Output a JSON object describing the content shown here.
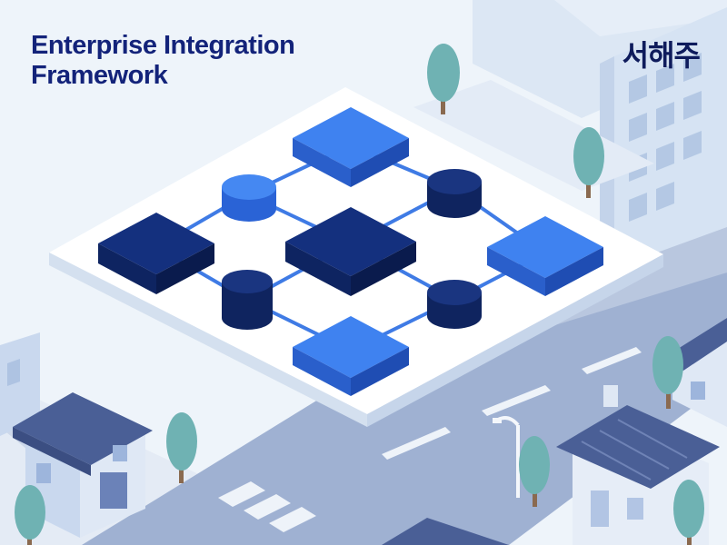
{
  "heading": {
    "line1": "Enterprise Integration",
    "line2": "Framework"
  },
  "brand": {
    "name": "서해주"
  },
  "colors": {
    "background": "#eef4fa",
    "title": "#13237a",
    "node_dark": "#112a73",
    "node_bright": "#2f6fe6",
    "platform": "#ffffff",
    "building": "#c9d8ee",
    "road": "#8ea3c9",
    "tree": "#6fb2b3"
  },
  "nodes": [
    {
      "name": "cube-top",
      "shape": "cube",
      "tone": "bright"
    },
    {
      "name": "cylinder-top-left",
      "shape": "cylinder",
      "tone": "bright"
    },
    {
      "name": "cylinder-top-right",
      "shape": "cylinder",
      "tone": "dark"
    },
    {
      "name": "cube-left",
      "shape": "cube",
      "tone": "dark"
    },
    {
      "name": "cube-center",
      "shape": "cube",
      "tone": "dark"
    },
    {
      "name": "cube-right",
      "shape": "cube",
      "tone": "bright"
    },
    {
      "name": "cylinder-bottom-left",
      "shape": "cylinder",
      "tone": "dark"
    },
    {
      "name": "cylinder-bottom-right",
      "shape": "cylinder",
      "tone": "dark"
    },
    {
      "name": "cube-bottom",
      "shape": "cube",
      "tone": "bright"
    }
  ]
}
